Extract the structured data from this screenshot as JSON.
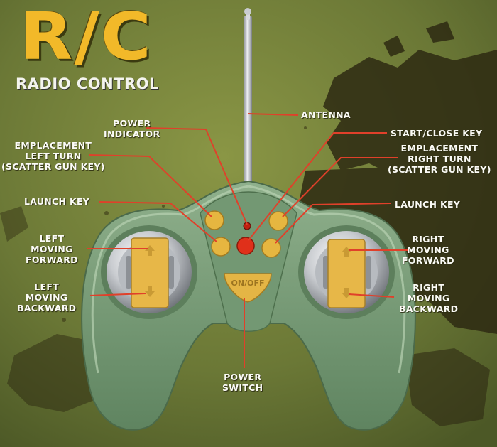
{
  "title": "R/C",
  "subtitle": "RADIO CONTROL",
  "power_switch_text": "ON/OFF",
  "colors": {
    "background": "#6e7b3a",
    "title": "#f2b929",
    "leader_line": "#e0402a",
    "controller_body": "#7fa07a",
    "button_yellow": "#e6b640",
    "indicator_red": "#e0301a"
  },
  "labels": {
    "antenna": "ANTENNA",
    "power_indicator": [
      "POWER",
      "INDICATOR"
    ],
    "start_close_key": "START/CLOSE KEY",
    "emplacement_left_turn": [
      "EMPLACEMENT",
      "LEFT TURN",
      "(SCATTER GUN KEY)"
    ],
    "emplacement_right_turn": [
      "EMPLACEMENT",
      "RIGHT TURN",
      "(SCATTER GUN KEY)"
    ],
    "launch_key_left": "LAUNCH KEY",
    "launch_key_right": "LAUNCH KEY",
    "left_moving_forward": [
      "LEFT",
      "MOVING",
      "FORWARD"
    ],
    "left_moving_backward": [
      "LEFT",
      "MOVING",
      "BACKWARD"
    ],
    "right_moving_forward": [
      "RIGHT",
      "MOVING",
      "FORWARD"
    ],
    "right_moving_backward": [
      "RIGHT",
      "MOVING",
      "BACKWARD"
    ],
    "power_switch": [
      "POWER",
      "SWITCH"
    ]
  }
}
